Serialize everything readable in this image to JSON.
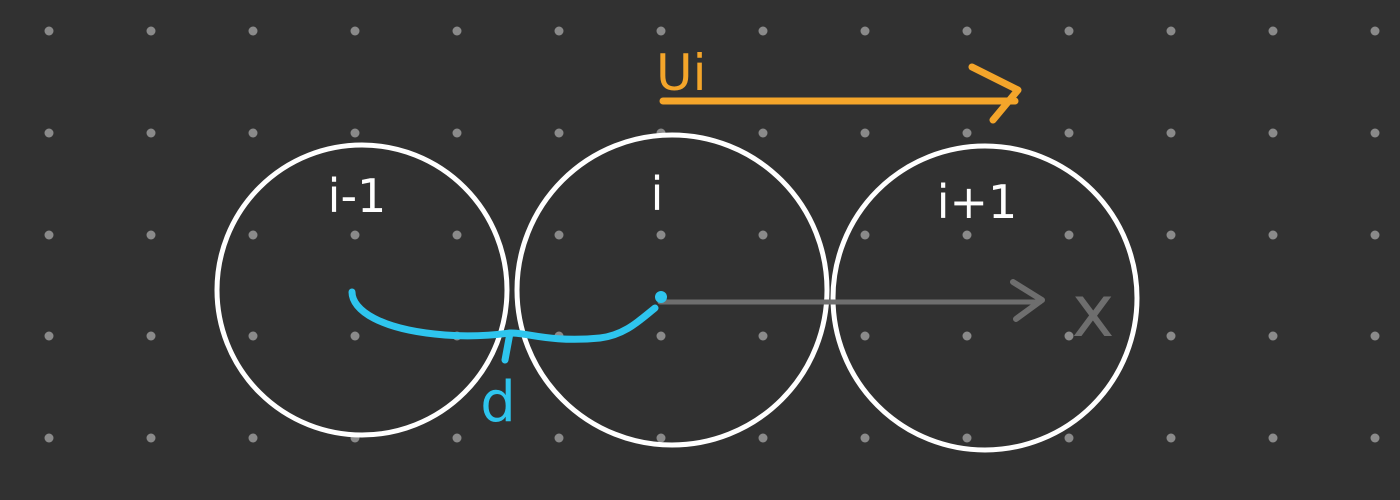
{
  "colors": {
    "background": "#313131",
    "grid_dot": "#8a8a8a",
    "circle_stroke": "#ffffff",
    "velocity_arrow": "#f4a52a",
    "distance_brace": "#2ec5ee",
    "axis_arrow": "#6e6e6e"
  },
  "circles": [
    {
      "label": "i-1"
    },
    {
      "label": "i"
    },
    {
      "label": "i+1"
    }
  ],
  "velocity": {
    "label": "Ui"
  },
  "distance": {
    "label": "d"
  },
  "axis": {
    "label": "x"
  },
  "icons": {
    "velocity_arrow": "arrow-right-icon",
    "axis_arrow": "arrow-right-icon"
  }
}
